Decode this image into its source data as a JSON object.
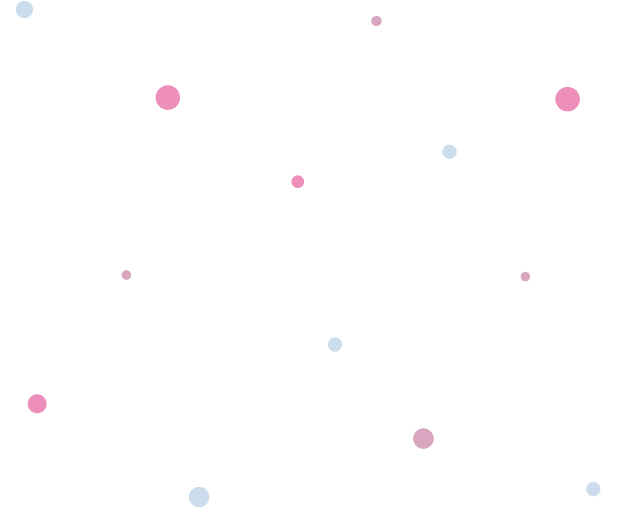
{
  "colors": {
    "light-blue": "#cbdcec",
    "hot-pink": "#ee8fbb",
    "mauve": "#d8a7bf"
  },
  "dots": [
    {
      "kind": "light-blue"
    },
    {
      "kind": "mauve"
    },
    {
      "kind": "hot-pink"
    },
    {
      "kind": "hot-pink"
    },
    {
      "kind": "light-blue"
    },
    {
      "kind": "hot-pink"
    },
    {
      "kind": "mauve"
    },
    {
      "kind": "mauve"
    },
    {
      "kind": "light-blue"
    },
    {
      "kind": "hot-pink"
    },
    {
      "kind": "mauve"
    },
    {
      "kind": "light-blue"
    },
    {
      "kind": "light-blue"
    }
  ]
}
